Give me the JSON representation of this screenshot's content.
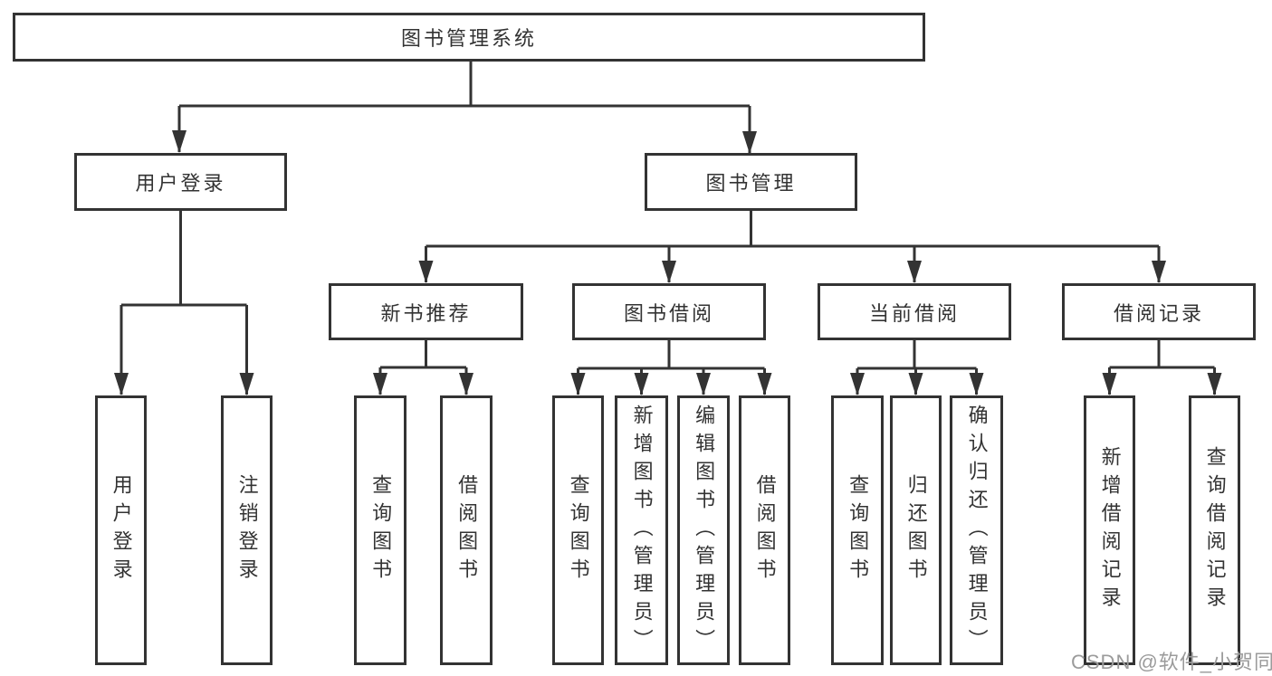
{
  "tree": {
    "label": "图书管理系统",
    "children": [
      {
        "label": "用户登录",
        "children": [
          {
            "label": "用户登录"
          },
          {
            "label": "注销登录"
          }
        ]
      },
      {
        "label": "图书管理",
        "children": [
          {
            "label": "新书推荐",
            "children": [
              {
                "label": "查询图书"
              },
              {
                "label": "借阅图书"
              }
            ]
          },
          {
            "label": "图书借阅",
            "children": [
              {
                "label": "查询图书"
              },
              {
                "label": "新增图书（管理员）"
              },
              {
                "label": "编辑图书（管理员）"
              },
              {
                "label": "借阅图书"
              }
            ]
          },
          {
            "label": "当前借阅",
            "children": [
              {
                "label": "查询图书"
              },
              {
                "label": "归还图书"
              },
              {
                "label": "确认归还（管理员）"
              }
            ]
          },
          {
            "label": "借阅记录",
            "children": [
              {
                "label": "新增借阅记录"
              },
              {
                "label": "查询借阅记录"
              }
            ]
          }
        ]
      }
    ]
  },
  "watermark": "CSDN @软件_小贺同学",
  "colors": {
    "line": "#333333",
    "text": "#333333",
    "box_background": "#ffffff",
    "watermark": "#9b9b9b"
  }
}
